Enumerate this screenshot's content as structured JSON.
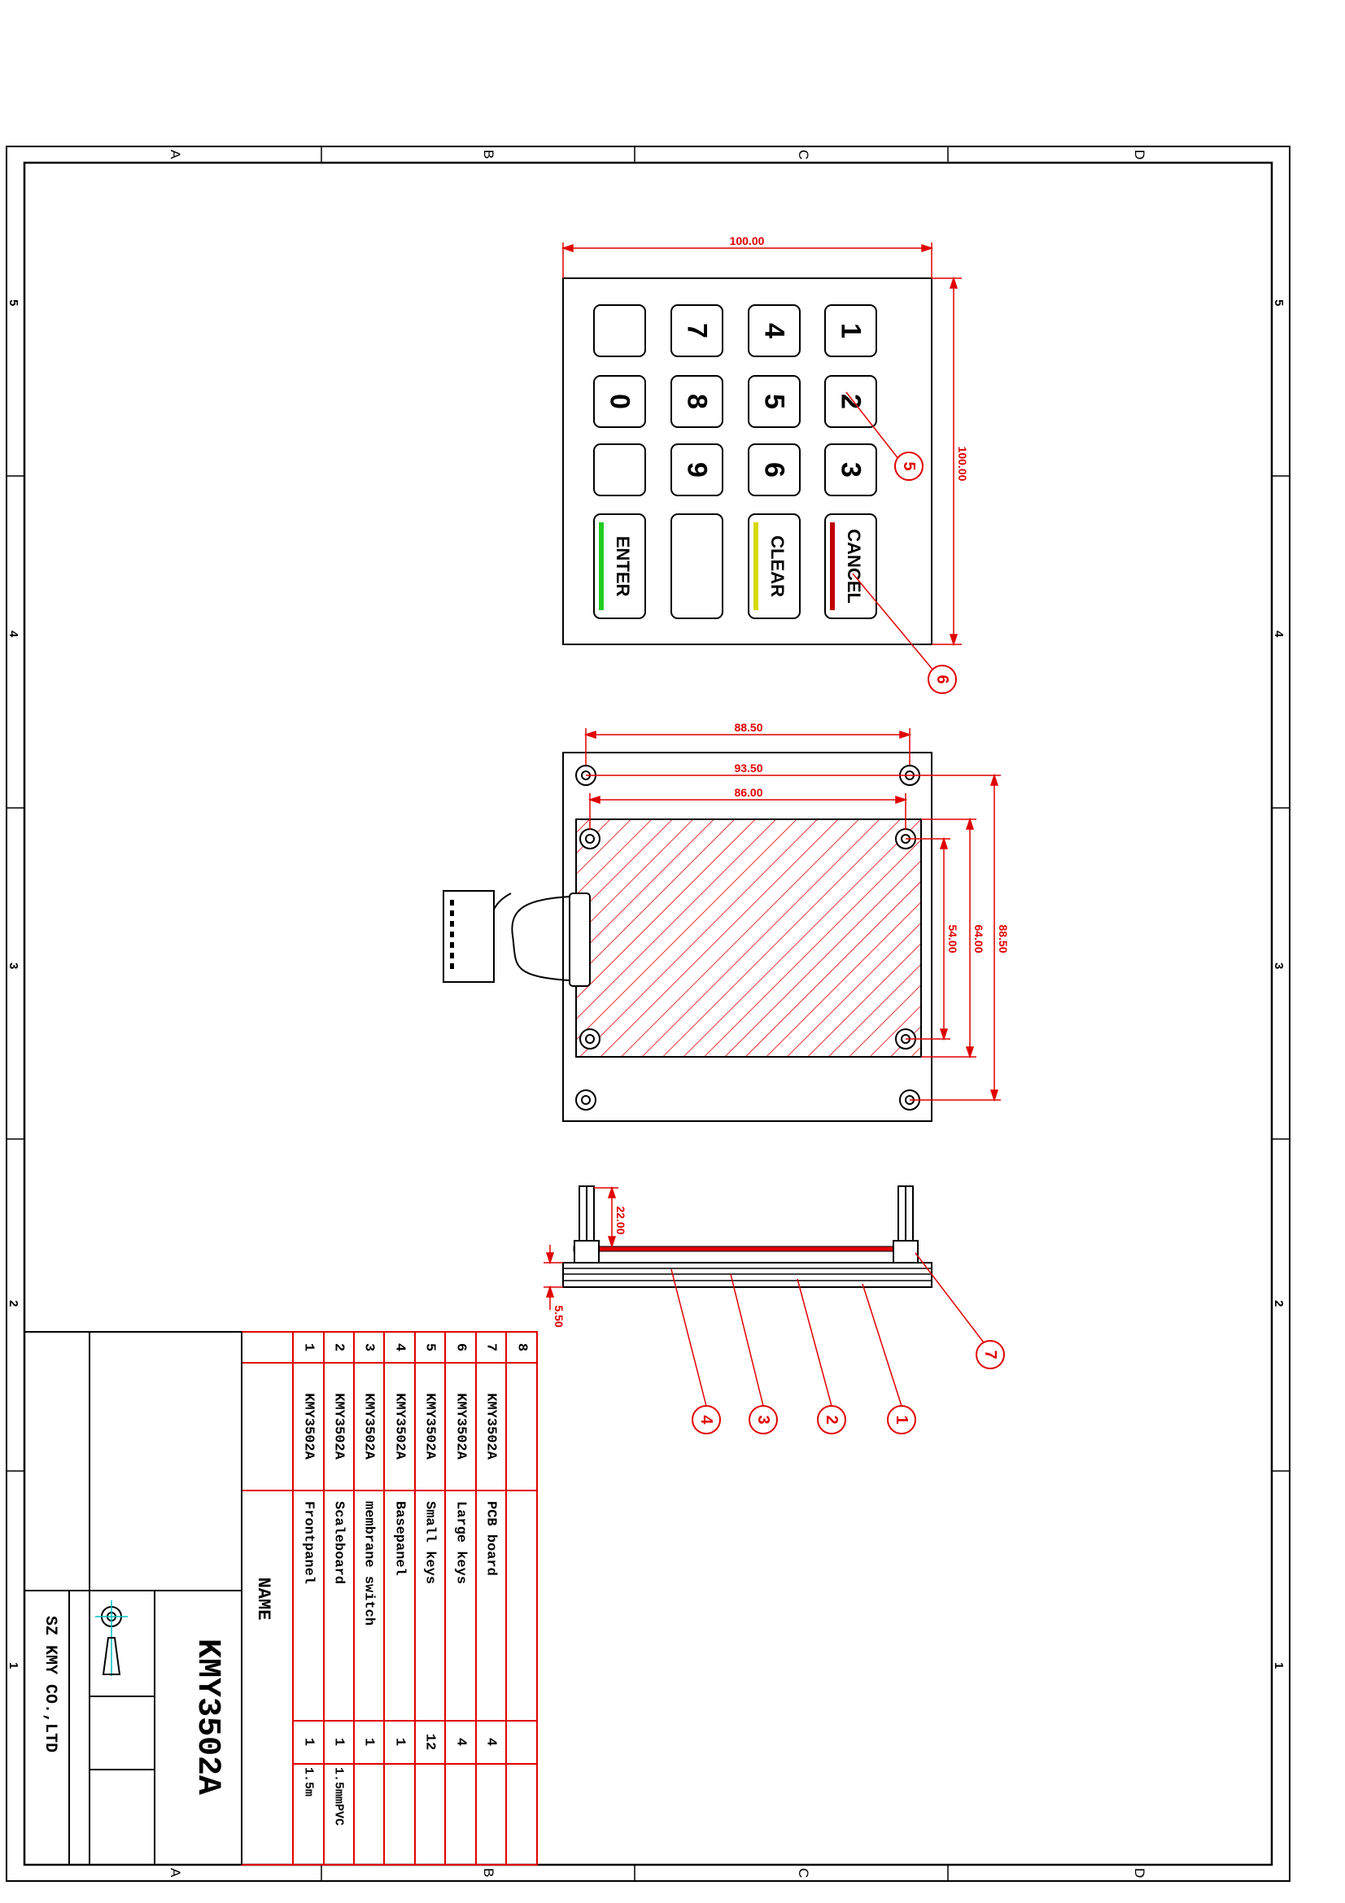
{
  "frame": {
    "column_labels": [
      "A",
      "B",
      "C",
      "D"
    ],
    "row_labels": [
      "5",
      "4",
      "3",
      "2",
      "1"
    ]
  },
  "keypad": {
    "keys": [
      {
        "label": "1"
      },
      {
        "label": "2"
      },
      {
        "label": "3"
      },
      {
        "label": "CANCEL",
        "indicator": "#c00000"
      },
      {
        "label": "4"
      },
      {
        "label": "5"
      },
      {
        "label": "6"
      },
      {
        "label": "CLEAR",
        "indicator": "#d8d800"
      },
      {
        "label": "7"
      },
      {
        "label": "8"
      },
      {
        "label": "9"
      },
      {
        "label": ""
      },
      {
        "label": ""
      },
      {
        "label": "0"
      },
      {
        "label": ""
      },
      {
        "label": "ENTER",
        "indicator": "#22cc22"
      }
    ],
    "dim_width": "100.00",
    "dim_height": "100.00"
  },
  "pcb": {
    "dims": {
      "outer_width": "88.50",
      "hole_span": "93.50",
      "inner_width": "86.00",
      "inner_height": "54.00",
      "mid_height": "64.00",
      "outer_height": "88.50"
    }
  },
  "side": {
    "dim_top": "22.00",
    "dim_bottom": "5.50"
  },
  "callouts": [
    "1",
    "2",
    "3",
    "4",
    "5",
    "6",
    "7"
  ],
  "bom": {
    "rows": [
      {
        "no": "1",
        "code": "KMY3502A",
        "name": "Frontpanel",
        "qty": "1",
        "note": "1.5m"
      },
      {
        "no": "2",
        "code": "KMY3502A",
        "name": "Scaleboard",
        "qty": "1",
        "note": "1.5mmPVC"
      },
      {
        "no": "3",
        "code": "KMY3502A",
        "name": "membrane switch",
        "qty": "1",
        "note": ""
      },
      {
        "no": "4",
        "code": "KMY3502A",
        "name": "Basepanel",
        "qty": "1",
        "note": ""
      },
      {
        "no": "5",
        "code": "KMY3502A",
        "name": "Small keys",
        "qty": "12",
        "note": ""
      },
      {
        "no": "6",
        "code": "KMY3502A",
        "name": "Large keys",
        "qty": "4",
        "note": ""
      },
      {
        "no": "7",
        "code": "KMY3502A",
        "name": "PCB board",
        "qty": "4",
        "note": ""
      },
      {
        "no": "8",
        "code": "",
        "name": "",
        "qty": "",
        "note": ""
      }
    ],
    "header_name": "NAME"
  },
  "title_block": {
    "product": "KMY3502A",
    "company": "SZ KMY CO.,LTD"
  }
}
